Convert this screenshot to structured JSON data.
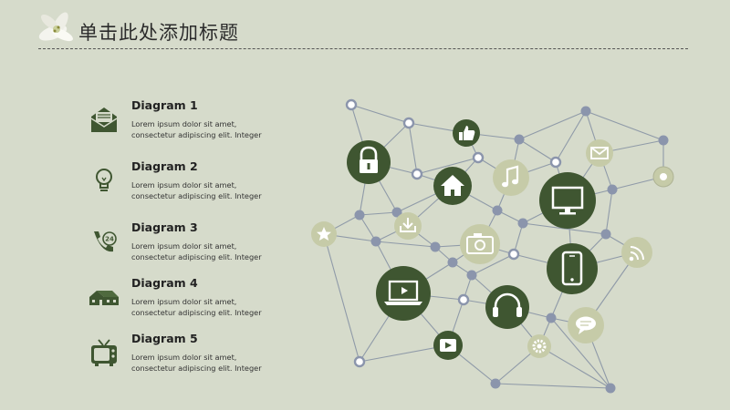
{
  "slide": {
    "title": "单击此处添加标题"
  },
  "items": [
    {
      "label": "Diagram 1",
      "line1": "Lorem ipsum dolor sit amet,",
      "line2": "consectetur adipiscing elit. Integer",
      "icon": "mail-open-icon"
    },
    {
      "label": "Diagram 2",
      "line1": "Lorem ipsum dolor sit amet,",
      "line2": "consectetur adipiscing elit. Integer",
      "icon": "lightbulb-icon"
    },
    {
      "label": "Diagram 3",
      "line1": "Lorem ipsum dolor sit amet,",
      "line2": "consectetur adipiscing elit. Integer",
      "icon": "phone-24h-icon"
    },
    {
      "label": "Diagram 4",
      "line1": "Lorem ipsum dolor sit amet,",
      "line2": "consectetur adipiscing elit. Integer",
      "icon": "house-icon"
    },
    {
      "label": "Diagram 5",
      "line1": "Lorem ipsum dolor sit amet,",
      "line2": "consectetur adipiscing elit. Integer",
      "icon": "tv-icon"
    }
  ],
  "network": {
    "icons": [
      "lock-icon",
      "thumbs-up-icon",
      "home-icon",
      "music-icon",
      "mail-icon",
      "monitor-icon",
      "star-icon",
      "download-icon",
      "camera-icon",
      "rss-icon",
      "smartphone-icon",
      "laptop-icon",
      "headphones-icon",
      "chat-icon",
      "gear-icon",
      "play-icon"
    ]
  },
  "colors": {
    "background": "#d6dbcb",
    "dark_green": "#3f5631",
    "light_olive": "#c6cba8",
    "node_blue": "#8b95ac",
    "line": "#8f9aa8"
  }
}
